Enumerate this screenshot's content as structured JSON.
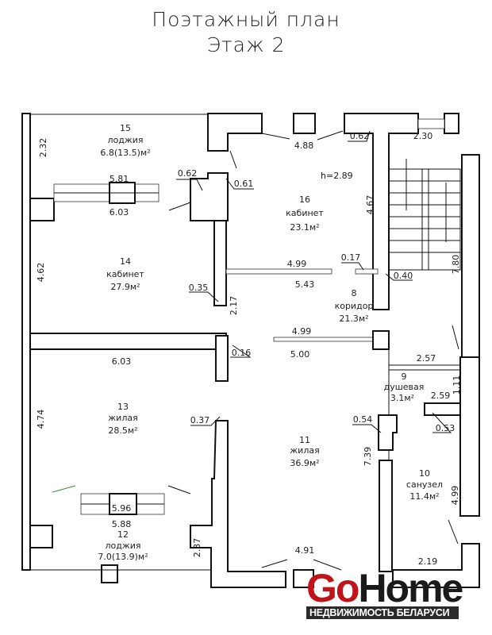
{
  "title": {
    "line1": "Поэтажный план",
    "line2": "Этаж 2"
  },
  "ceiling_height": "h=2.89",
  "rooms": [
    {
      "number": "15",
      "name": "лоджия",
      "area": "6.8(13.5)м²"
    },
    {
      "number": "16",
      "name": "кабинет",
      "area": "23.1м²"
    },
    {
      "number": "14",
      "name": "кабинет",
      "area": "27.9м²"
    },
    {
      "number": "8",
      "name": "коридор",
      "area": "21.3м²"
    },
    {
      "number": "9",
      "name": "душевая",
      "area": "3.1м²"
    },
    {
      "number": "13",
      "name": "жилая",
      "area": "28.5м²"
    },
    {
      "number": "11",
      "name": "жилая",
      "area": "36.9м²"
    },
    {
      "number": "10",
      "name": "санузел",
      "area": "11.4м²"
    },
    {
      "number": "12",
      "name": "лоджия",
      "area": "7.0(13.9)м²"
    }
  ],
  "dimensions": {
    "d232": "2.32",
    "d581": "5.81",
    "d603a": "6.03",
    "d062a": "0.62",
    "d061": "0.61",
    "d488": "4.88",
    "d062b": "0.62",
    "d230": "2.30",
    "d467": "4.67",
    "d780": "7.80",
    "d462": "4.62",
    "d499a": "4.99",
    "d543": "5.43",
    "d017": "0.17",
    "d040": "0.40",
    "d035": "0.35",
    "d217": "2.17",
    "d499b": "4.99",
    "d016": "0.16",
    "d500": "5.00",
    "d603b": "6.03",
    "d257": "2.57",
    "d111": "1.11",
    "d259": "2.59",
    "d474": "4.74",
    "d037": "0.37",
    "d054": "0.54",
    "d053": "0.53",
    "d739": "7.39",
    "d596": "5.96",
    "d499c": "4.99",
    "d588": "5.88",
    "d237": "2.37",
    "d491": "4.91",
    "d219": "2.19"
  },
  "logo": {
    "part1": "Go",
    "part2": "Home",
    "tagline": "НЕДВИЖИМОСТЬ БЕЛАРУСИ",
    "brand_red": "#c0141a"
  }
}
